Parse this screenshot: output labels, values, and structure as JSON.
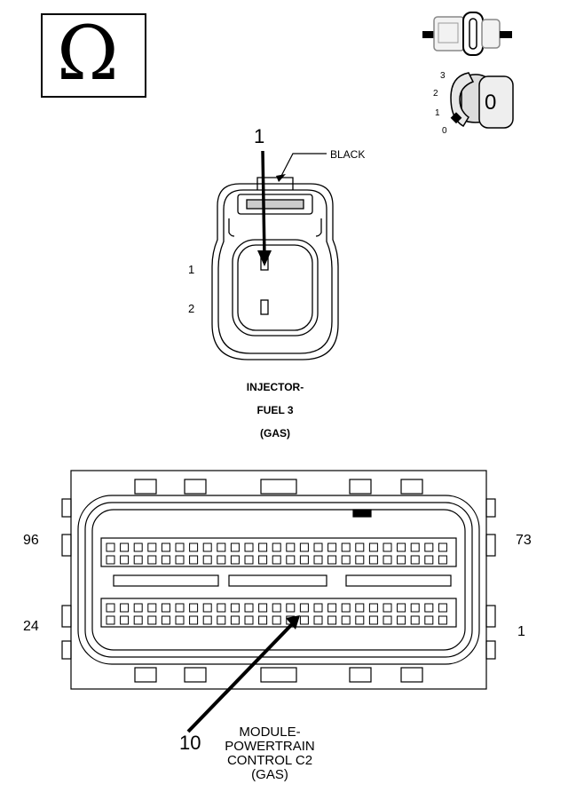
{
  "symbols": {
    "resistance_glyph": "Ω",
    "key_position_value": "0",
    "key_positions": [
      "3",
      "2",
      "1",
      "0"
    ]
  },
  "injector_connector": {
    "callout_number": "1",
    "color_label": "BLACK",
    "pin_labels": [
      "1",
      "2"
    ],
    "caption_lines": [
      "INJECTOR-",
      "FUEL 3",
      "(GAS)"
    ]
  },
  "pcm_connector": {
    "callout_number": "10",
    "pin_labels": {
      "top_left": "96",
      "top_right": "73",
      "bottom_left": "24",
      "bottom_right": "1"
    },
    "caption_lines": [
      "MODULE-",
      "POWERTRAIN",
      "CONTROL C2",
      "(GAS)"
    ]
  }
}
